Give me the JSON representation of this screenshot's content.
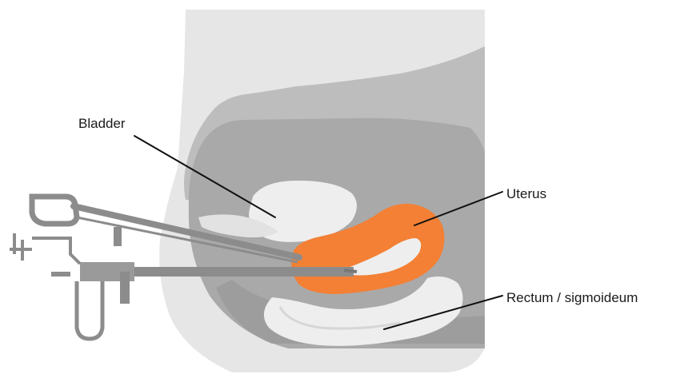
{
  "labels": {
    "bladder": "Bladder",
    "uterus": "Uterus",
    "rectum": "Rectum / sigmoideum"
  },
  "colors": {
    "background": "#ffffff",
    "body_outer": "#e6e6e6",
    "abdomen_dark": "#bdbdbd",
    "pelvis_mid": "#a9a9a9",
    "organ_light": "#eeeeee",
    "uterus": "#f38035",
    "instrument": "#8c8c8c",
    "leader_line": "#111111",
    "text": "#1a1a1a"
  },
  "icons": [
    "uterine-manipulator-instrument",
    "speculum-instrument"
  ]
}
